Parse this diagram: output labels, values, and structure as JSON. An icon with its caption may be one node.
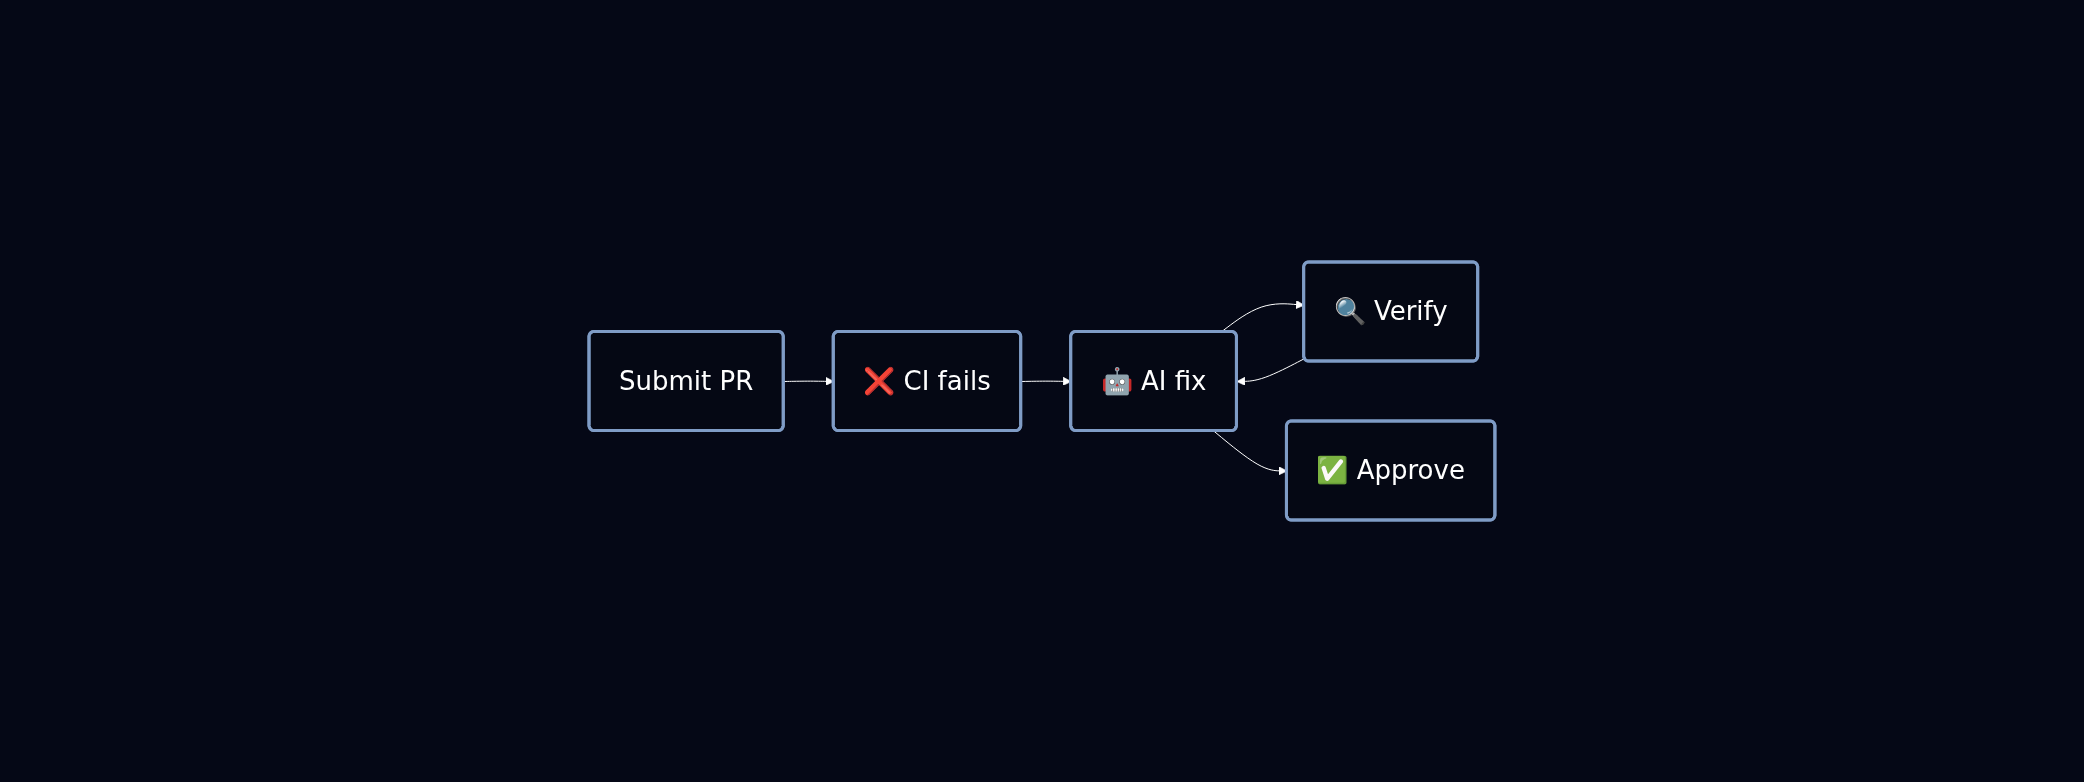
{
  "diagram": {
    "nodes": [
      {
        "text": [
          "Submit PR"
        ]
      },
      {
        "text": [
          "❌ CI fails"
        ]
      },
      {
        "text": [
          "🤖 AI fix"
        ]
      },
      {
        "text": [
          "🔍 Verify"
        ]
      },
      {
        "text": [
          "✅ Approve"
        ]
      }
    ],
    "edges": [
      {
        "from": 0,
        "to": 1,
        "arrow": "to"
      },
      {
        "from": 1,
        "to": 2,
        "arrow": "to"
      },
      {
        "from": 2,
        "to": 3,
        "arrow": "to"
      },
      {
        "from": 3,
        "to": 2,
        "arrow": "to"
      },
      {
        "from": 2,
        "to": 4,
        "arrow": "to"
      }
    ]
  }
}
